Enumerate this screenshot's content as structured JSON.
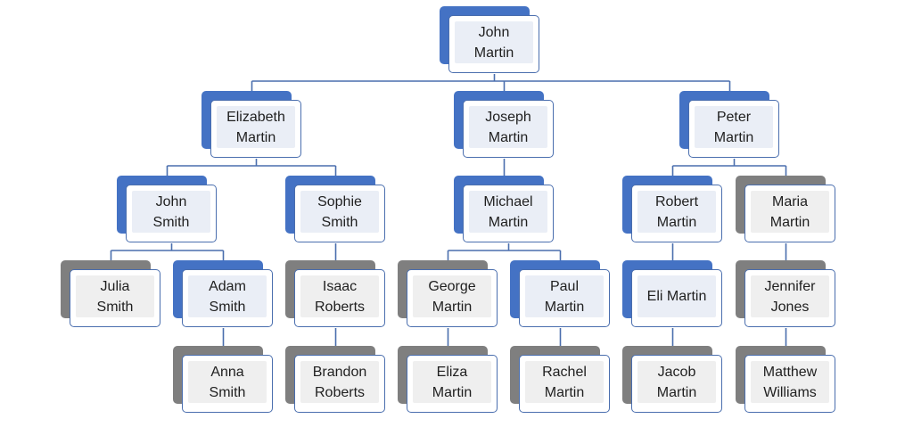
{
  "diagram": {
    "type": "family-tree",
    "colors": {
      "blue_tab": "#4472c4",
      "gray_tab": "#7f7f7f",
      "connector": "#4a6eae",
      "card_border": "#4a6eae"
    },
    "nodes": [
      {
        "id": "john-martin",
        "label": "John\nMartin",
        "tab": "blue",
        "parent": null
      },
      {
        "id": "elizabeth-martin",
        "label": "Elizabeth\nMartin",
        "tab": "blue",
        "parent": "john-martin"
      },
      {
        "id": "joseph-martin",
        "label": "Joseph\nMartin",
        "tab": "blue",
        "parent": "john-martin"
      },
      {
        "id": "peter-martin",
        "label": "Peter\nMartin",
        "tab": "blue",
        "parent": "john-martin"
      },
      {
        "id": "john-smith",
        "label": "John\nSmith",
        "tab": "blue",
        "parent": "elizabeth-martin"
      },
      {
        "id": "sophie-smith",
        "label": "Sophie\nSmith",
        "tab": "blue",
        "parent": "elizabeth-martin"
      },
      {
        "id": "michael-martin",
        "label": "Michael\nMartin",
        "tab": "blue",
        "parent": "joseph-martin"
      },
      {
        "id": "robert-martin",
        "label": "Robert\nMartin",
        "tab": "blue",
        "parent": "peter-martin"
      },
      {
        "id": "maria-martin",
        "label": "Maria\nMartin",
        "tab": "gray",
        "parent": "peter-martin"
      },
      {
        "id": "julia-smith",
        "label": "Julia\nSmith",
        "tab": "gray",
        "parent": "john-smith"
      },
      {
        "id": "adam-smith",
        "label": "Adam\nSmith",
        "tab": "blue",
        "parent": "john-smith"
      },
      {
        "id": "isaac-roberts",
        "label": "Isaac\nRoberts",
        "tab": "gray",
        "parent": "sophie-smith"
      },
      {
        "id": "george-martin",
        "label": "George\nMartin",
        "tab": "gray",
        "parent": "michael-martin"
      },
      {
        "id": "paul-martin",
        "label": "Paul\nMartin",
        "tab": "blue",
        "parent": "michael-martin"
      },
      {
        "id": "eli-martin",
        "label": "Eli Martin",
        "tab": "blue",
        "parent": "robert-martin"
      },
      {
        "id": "jennifer-jones",
        "label": "Jennifer\nJones",
        "tab": "gray",
        "parent": "maria-martin"
      },
      {
        "id": "anna-smith",
        "label": "Anna\nSmith",
        "tab": "gray",
        "parent": "adam-smith"
      },
      {
        "id": "brandon-roberts",
        "label": "Brandon\nRoberts",
        "tab": "gray",
        "parent": "isaac-roberts"
      },
      {
        "id": "eliza-martin",
        "label": "Eliza\nMartin",
        "tab": "gray",
        "parent": "george-martin"
      },
      {
        "id": "rachel-martin",
        "label": "Rachel\nMartin",
        "tab": "gray",
        "parent": "paul-martin"
      },
      {
        "id": "jacob-martin",
        "label": "Jacob\nMartin",
        "tab": "gray",
        "parent": "eli-martin"
      },
      {
        "id": "matthew-williams",
        "label": "Matthew\nWilliams",
        "tab": "gray",
        "parent": "jennifer-jones"
      }
    ]
  }
}
